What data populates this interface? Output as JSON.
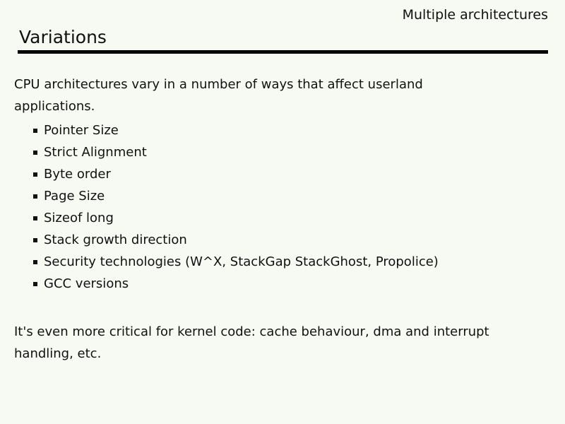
{
  "slide": {
    "header": "Multiple architectures",
    "title": "Variations",
    "intro_lines": [
      "CPU architectures vary in a number of ways that affect userland",
      "applications."
    ],
    "bullets": [
      "Pointer Size",
      "Strict Alignment",
      "Byte order",
      "Page Size",
      "Sizeof long",
      "Stack growth direction",
      "Security technologies (W^X, StackGap StackGhost, Propolice)",
      "GCC versions"
    ],
    "outro_lines": [
      "It's even more critical for kernel code: cache behaviour, dma and interrupt",
      "handling, etc."
    ],
    "colors": {
      "background": "#f6faf2",
      "text": "#111111",
      "rule": "#000000"
    }
  }
}
